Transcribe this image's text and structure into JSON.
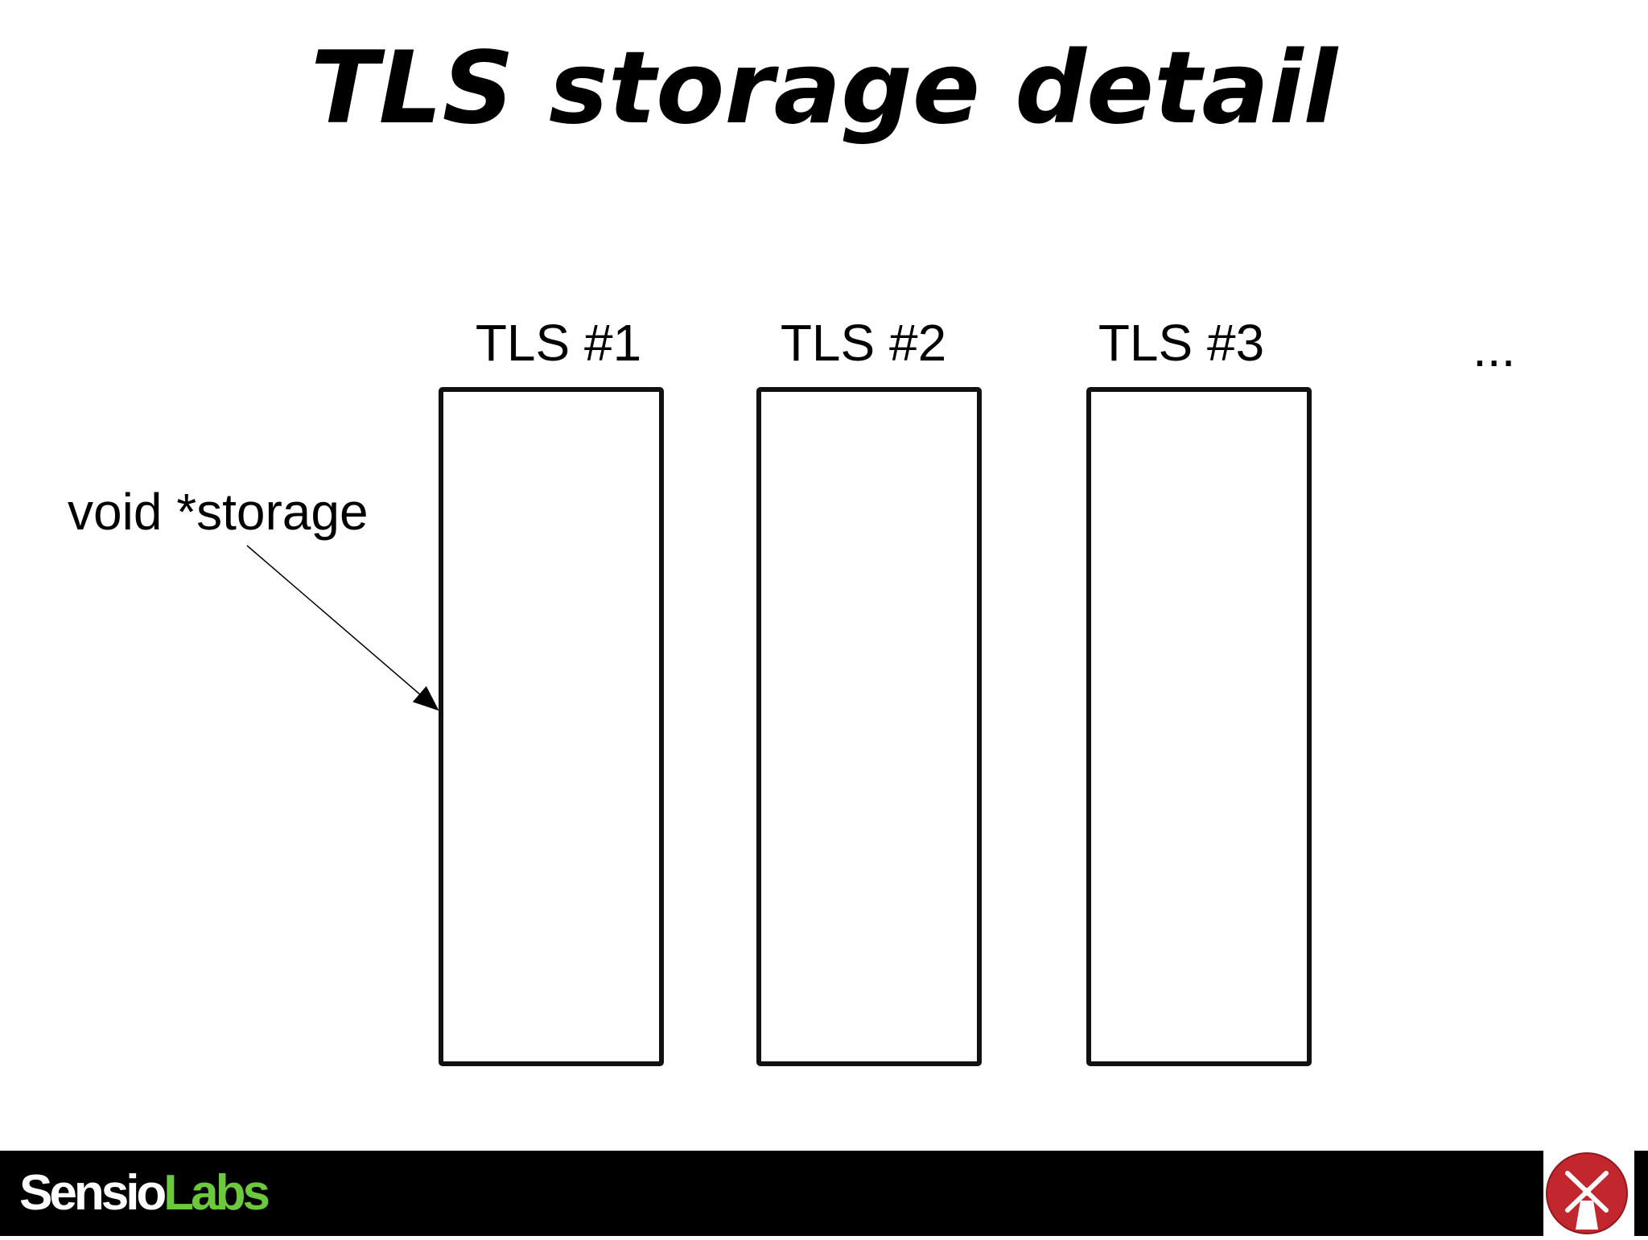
{
  "slide": {
    "title": "TLS storage detail"
  },
  "diagram": {
    "boxes": [
      {
        "label": "TLS #1"
      },
      {
        "label": "TLS #2"
      },
      {
        "label": "TLS #3"
      }
    ],
    "ellipsis": "...",
    "pointer_label": "void *storage"
  },
  "footer": {
    "logo_part1": "Sensio",
    "logo_part2": "Labs",
    "brand_color": "#6cc93b",
    "badge_color": "#c1272d",
    "badge_icon": "windmill-icon"
  }
}
